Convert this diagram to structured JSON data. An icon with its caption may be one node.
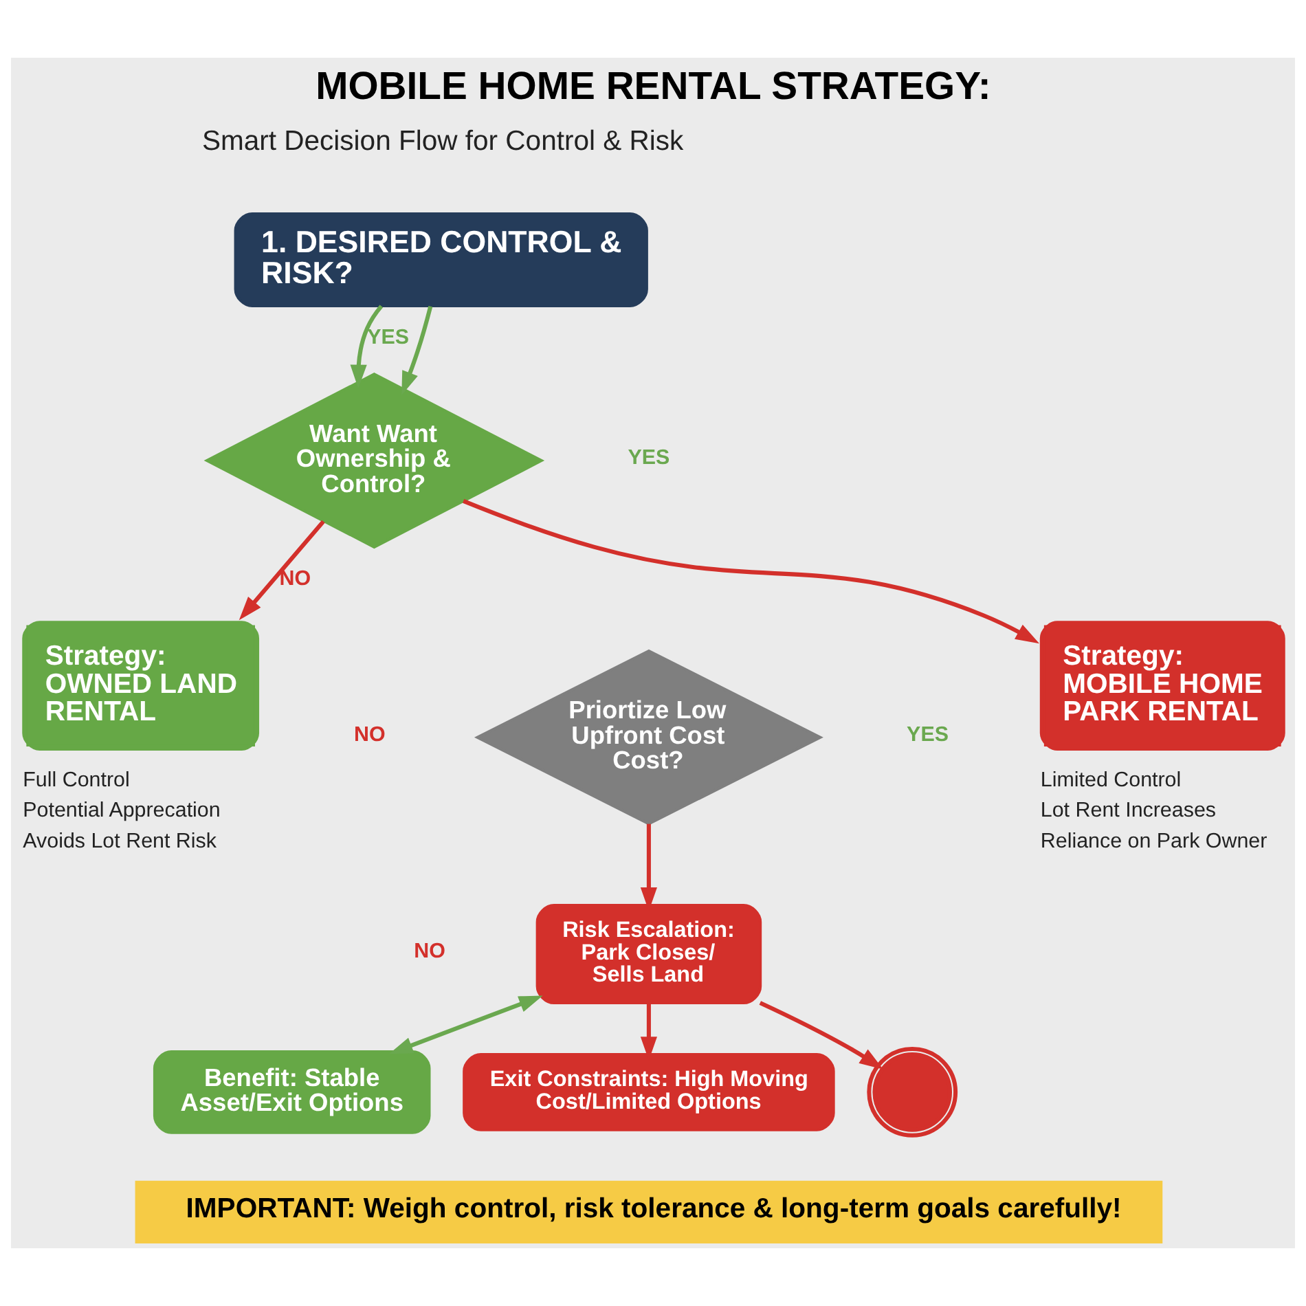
{
  "diagram": {
    "title": "MOBILE HOME RENTAL STRATEGY:",
    "caption": "IMPORTANT: Weigh control, risk tolerance & long-term goals carefully!",
    "nodes": [
      {
        "text": [
          "1. DESIRED CONTROL & RISK?"
        ]
      },
      {
        "text": [
          "Want Want Ownership & Control?"
        ]
      },
      {
        "text": [
          "Strategy: OWNED LAND RENTAL"
        ],
        "beside": [
          "Full Control",
          "Potential Apprecation",
          "Avoids Lot Rent Risk"
        ]
      },
      {
        "text": [
          "Priortize Low Upfront Cost Cost?"
        ]
      },
      {
        "text": [
          "Strategy: MOBILE HOME PARK RENTAL"
        ],
        "beside": [
          "Limited Control",
          "Lot Rent Increases",
          "Reliance on Park Owner"
        ]
      },
      {
        "text": [
          "Risk Escalation: Park Closes/ Sells Land"
        ]
      },
      {
        "text": [
          "Benefit: Stable Asset/Exit Options"
        ]
      },
      {
        "text": [
          "Exit Constraints: High Moving Cost/Limited Options"
        ]
      },
      {
        "text": [],
        "shape": "circle"
      }
    ],
    "edges": [
      {
        "from": 0,
        "to": 1,
        "arrow": "to",
        "color": "#6aa84f"
      },
      {
        "from": 0,
        "to": 1,
        "arrow": "to",
        "label": "YES",
        "color": "#6aa84f"
      },
      {
        "from": 1,
        "to": 2,
        "arrow": "to",
        "label": "NO"
      },
      {
        "from": 1,
        "to": 4,
        "arrow": "to"
      },
      {
        "from": 3,
        "to": 5,
        "arrow": "to"
      },
      {
        "from": 5,
        "to": 6,
        "arrow": "both",
        "color": "#6aa84f"
      },
      {
        "from": 5,
        "to": 7,
        "arrow": "to"
      },
      {
        "from": 5,
        "to": 8,
        "arrow": "to"
      }
    ],
    "labels": [
      "Smart Decision Flow for Control & Risk",
      "YES",
      "NO",
      "YES",
      "NO"
    ]
  }
}
